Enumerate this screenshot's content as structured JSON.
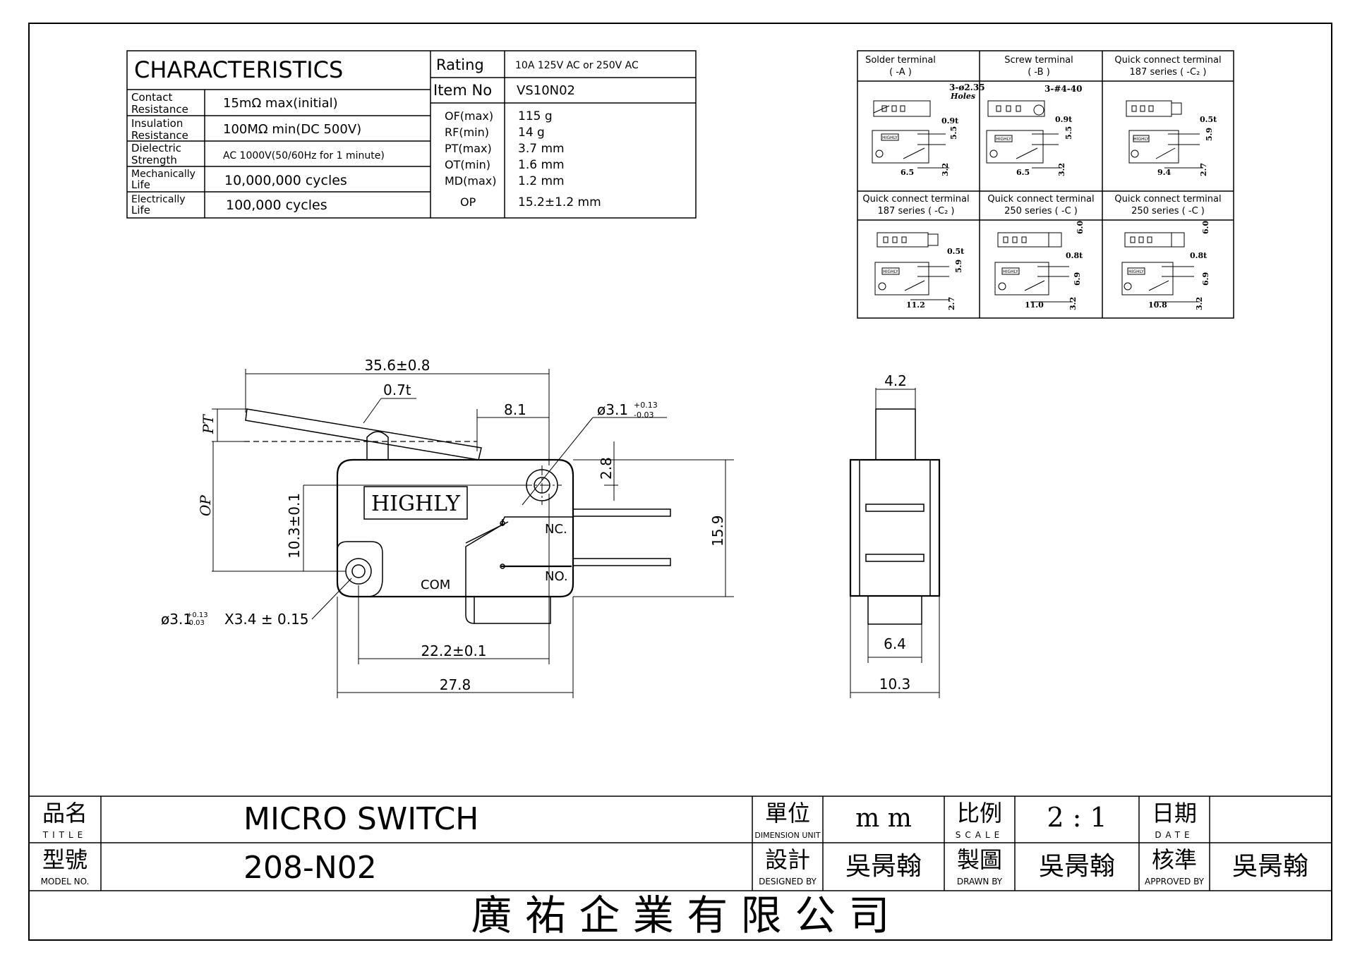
{
  "characteristics": {
    "title": "CHARACTERISTICS",
    "rows": [
      {
        "label1": "Contact",
        "label2": "Resistance",
        "value": "15mΩ max(initial)"
      },
      {
        "label1": "Insulation",
        "label2": "Resistance",
        "value": "100MΩ min(DC 500V)"
      },
      {
        "label1": "Dielectric",
        "label2": "Strength",
        "value": "AC 1000V(50/60Hz for 1 minute)"
      },
      {
        "label1": "Mechanically",
        "label2": "Life",
        "value": "10,000,000 cycles"
      },
      {
        "label1": "Electrically",
        "label2": "Life",
        "value": "100,000 cycles"
      }
    ],
    "rating_label": "Rating",
    "rating_value": "10A 125V AC or 250V AC",
    "item_label": "Item No",
    "item_value": "VS10N02",
    "params": [
      {
        "label": "OF(max)",
        "value": "115 g"
      },
      {
        "label": "RF(min)",
        "value": "14 g"
      },
      {
        "label": "PT(max)",
        "value": "3.7 mm"
      },
      {
        "label": "OT(min)",
        "value": "1.6 mm"
      },
      {
        "label": "MD(max)",
        "value": "1.2 mm"
      },
      {
        "label": "OP",
        "value": "15.2±1.2 mm"
      }
    ]
  },
  "terminals": [
    {
      "name": "Solder terminal",
      "code": "( -A )",
      "dims": [
        "3-ø2.35",
        "Holes",
        "0.9t",
        "5.5",
        "6.5",
        "3.2"
      ]
    },
    {
      "name": "Screw terminal",
      "code": "( -B )",
      "dims": [
        "3-#4-40",
        "0.9t",
        "5.5",
        "6.5",
        "3.2"
      ]
    },
    {
      "name": "Quick connect terminal",
      "code": "187 series ( -C₂ )",
      "dims": [
        "0.5t",
        "5.9",
        "9.4",
        "2.7"
      ]
    },
    {
      "name": "Quick connect terminal",
      "code": "187 series ( -C₂ )",
      "dims": [
        "0.5t",
        "5.9",
        "11.2",
        "2.7"
      ]
    },
    {
      "name": "Quick connect terminal",
      "code": "250 series ( -C )",
      "dims": [
        "6.0",
        "0.8t",
        "6.9",
        "11.0",
        "3.2"
      ]
    },
    {
      "name": "Quick connect terminal",
      "code": "250 series ( -C )",
      "dims": [
        "6.0",
        "0.8t",
        "6.9",
        "10.8",
        "3.2"
      ]
    }
  ],
  "terminal_badge": "HIGHLY",
  "front_view": {
    "brand": "HIGHLY",
    "nc": "NC.",
    "no": "NO.",
    "com": "COM",
    "dim_length": "35.6±0.8",
    "dim_thickness": "0.7t",
    "dim_81": "8.1",
    "dim_hole": "ø3.1",
    "dim_hole_tol_up": "+0.13",
    "dim_hole_tol_dn": "-0.03",
    "dim_pt": "PT",
    "dim_op": "OP",
    "dim_28": "2.8",
    "dim_103": "10.3±0.1",
    "dim_159": "15.9",
    "dim_slot_a": "ø3.1",
    "dim_slot_b": "X3.4 ± 0.15",
    "dim_222": "22.2±0.1",
    "dim_278": "27.8"
  },
  "side_view": {
    "dim_top": "4.2",
    "dim_mid": "6.4",
    "dim_bottom": "10.3"
  },
  "title_block": {
    "title_zh": "品名",
    "title_en": "TITLE",
    "title_value": "MICRO SWITCH",
    "model_zh": "型號",
    "model_en": "MODEL NO.",
    "model_value": "208-N02",
    "unit_zh": "單位",
    "unit_en": "DIMENSION UNIT",
    "unit_value": "m m",
    "scale_zh": "比例",
    "scale_en": "SCALE",
    "scale_value": "2 : 1",
    "date_zh": "日期",
    "date_en": "DATE",
    "date_value": "",
    "designed_zh": "設計",
    "designed_en": "DESIGNED BY",
    "designed_value": "吳昺翰",
    "drawn_zh": "製圖",
    "drawn_en": "DRAWN BY",
    "drawn_value": "吳昺翰",
    "approved_zh": "核準",
    "approved_en": "APPROVED BY",
    "approved_value": "吳昺翰",
    "company": "廣 祐 企 業 有 限 公 司"
  }
}
